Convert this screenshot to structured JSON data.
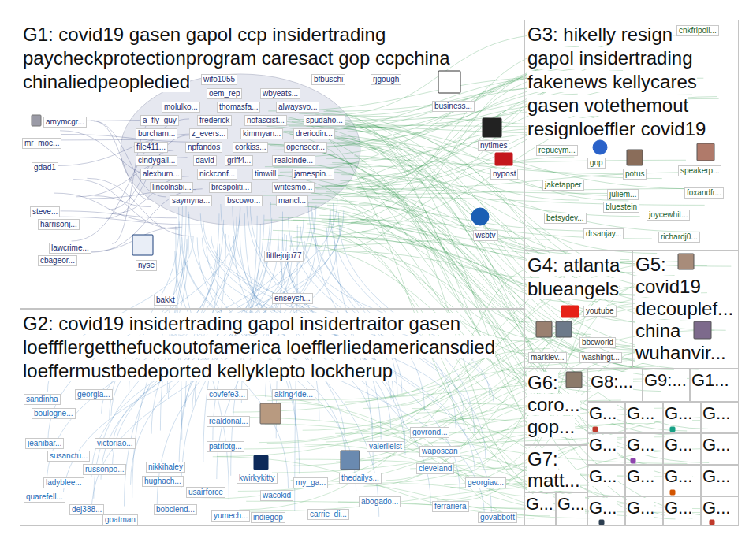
{
  "diagram": {
    "nodes": [
      {
        "text": [
          "G1: covid19 gasen gapol ccp insidertrading paycheckprotectionprogram caresact gop ccpchina chinaliedpeopledied"
        ]
      },
      {
        "text": [
          "G2: covid19 insidertrading gapol insidertraitor gasen loeffflergetthefuckoutofamerica loefflerliedamericansdied loeffermustbedeported kellyklepto lockherup"
        ]
      },
      {
        "text": [
          "G3: hikelly resign gapol insidertrading fakenews kellycares gasen votethemout resignloeffler covid19"
        ]
      },
      {
        "text": [
          "G4: atlanta blueangels"
        ]
      },
      {
        "text": [
          "G5: covid19 decouplef... china wuhanvir..."
        ]
      },
      {
        "text": [
          "G6: coro... gop..."
        ]
      },
      {
        "text": [
          "G7: matt..."
        ]
      },
      {
        "text": [
          "G8:..."
        ]
      },
      {
        "text": [
          "G9:..."
        ]
      },
      {
        "text": [
          "G1..."
        ]
      },
      {
        "text": [
          "G..."
        ]
      },
      {
        "text": [
          "G..."
        ]
      },
      {
        "text": [
          "G..."
        ]
      },
      {
        "text": [
          "G..."
        ]
      },
      {
        "text": [
          "G..."
        ]
      },
      {
        "text": [
          "G..."
        ]
      },
      {
        "text": [
          "G..."
        ]
      },
      {
        "text": [
          "G..."
        ]
      },
      {
        "text": [
          "G..."
        ]
      },
      {
        "text": [
          "G..."
        ]
      },
      {
        "text": [
          "G..."
        ]
      },
      {
        "text": [
          "G..."
        ]
      },
      {
        "text": [
          "G..."
        ]
      },
      {
        "text": [
          "G..."
        ]
      },
      {
        "text": [
          "G..."
        ]
      },
      {
        "text": [
          "G..."
        ]
      },
      {
        "text": [
          "G..."
        ]
      },
      {
        "text": [
          "G..."
        ]
      }
    ],
    "labels": [
      "rjgough",
      "bfbuschi",
      "wifo1055",
      "amymcgr...",
      "mr_moc...",
      "gdad1",
      "steve...",
      "harrisonj...",
      "lawcrime...",
      "cbageor...",
      "nyse",
      "bakkt",
      "business...",
      "nytimes",
      "nypost",
      "wsbtv",
      "littlejojo77",
      "enseysh...",
      "oem_rep",
      "wbyeats...",
      "molulko...",
      "thomasfa...",
      "alwaysvo...",
      "a_fly_guy",
      "frederick",
      "nofascist...",
      "spudaho...",
      "burcham...",
      "z_evers...",
      "kimmyan...",
      "drericdin...",
      "file411...",
      "npfandos",
      "corkiss...",
      "opensecr...",
      "cindygall...",
      "david",
      "griff4...",
      "reaicinde...",
      "alexburn...",
      "nickconf...",
      "timwill",
      "jamespin...",
      "lincolnsbi...",
      "brespoliti...",
      "writesmo...",
      "saymyna...",
      "bscowo...",
      "mancl...",
      "sandinha",
      "georgia...",
      "boulogne...",
      "jeanibar...",
      "victoriao...",
      "susanctu...",
      "russonpo...",
      "ladyblee...",
      "nikkihaley",
      "hughach...",
      "quarefell...",
      "dej388...",
      "goatman",
      "bobclend...",
      "covfefe3...",
      "aking4de...",
      "realdonal...",
      "patriotg...",
      "kwirkykitty",
      "usairforce",
      "wacokid",
      "my_ga...",
      "valerileist",
      "govrond...",
      "waposean",
      "cleveland",
      "georgiav...",
      "thedailys...",
      "abogado...",
      "carrie_di...",
      "yumech...",
      "indiegop",
      "ferrariera",
      "govabbott",
      "cnkfripoli...",
      "repucym...",
      "gop",
      "potus",
      "speakerp...",
      "jaketapper",
      "juliem...",
      "foxandfr...",
      "bluestein",
      "betsydev...",
      "joycewhit...",
      "drsanjay...",
      "richardj0...",
      "youtube",
      "bbcworld",
      "marklev...",
      "washingt..."
    ]
  }
}
